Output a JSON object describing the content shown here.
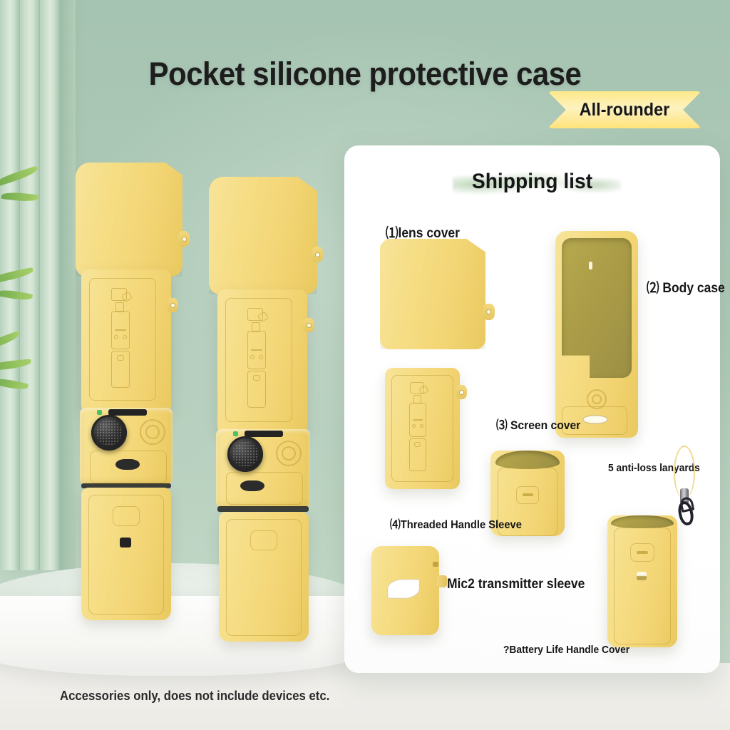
{
  "page": {
    "title": "Pocket silicone protective case",
    "badge": "All-rounder",
    "disclaimer": "Accessories only, does not include devices etc."
  },
  "colors": {
    "background_green": "#a9c5b4",
    "silicone_yellow": "#f5dd81",
    "accent_olive": "#a89a46",
    "card_white": "#ffffff",
    "text_dark": "#17171a",
    "led_green": "#49c26a"
  },
  "card": {
    "heading": "Shipping list",
    "items": [
      {
        "id": "lens-cover",
        "label": "⑴lens cover"
      },
      {
        "id": "body-case",
        "label": "⑵ Body case"
      },
      {
        "id": "screen-cover",
        "label": "⑶ Screen cover"
      },
      {
        "id": "threaded-handle-sleeve",
        "label": "⑷Threaded Handle Sleeve"
      },
      {
        "id": "mic2-transmitter-sleeve",
        "label": "Mic2 transmitter sleeve"
      },
      {
        "id": "battery-life-handle-cover",
        "label": "?Battery Life Handle Cover"
      },
      {
        "id": "anti-loss-lanyards",
        "label": "5 anti-loss lanyards"
      }
    ]
  },
  "hero": {
    "left_unit": "pocket-camera-case-assembly-front",
    "right_unit": "pocket-camera-case-assembly-angled"
  },
  "icons": {
    "lanyard_clasp": "lobster-clasp-icon",
    "mic_grille": "microphone-mesh-icon",
    "status_led": "led-indicator-icon",
    "camera_outline": "gimbal-camera-outline-icon"
  }
}
